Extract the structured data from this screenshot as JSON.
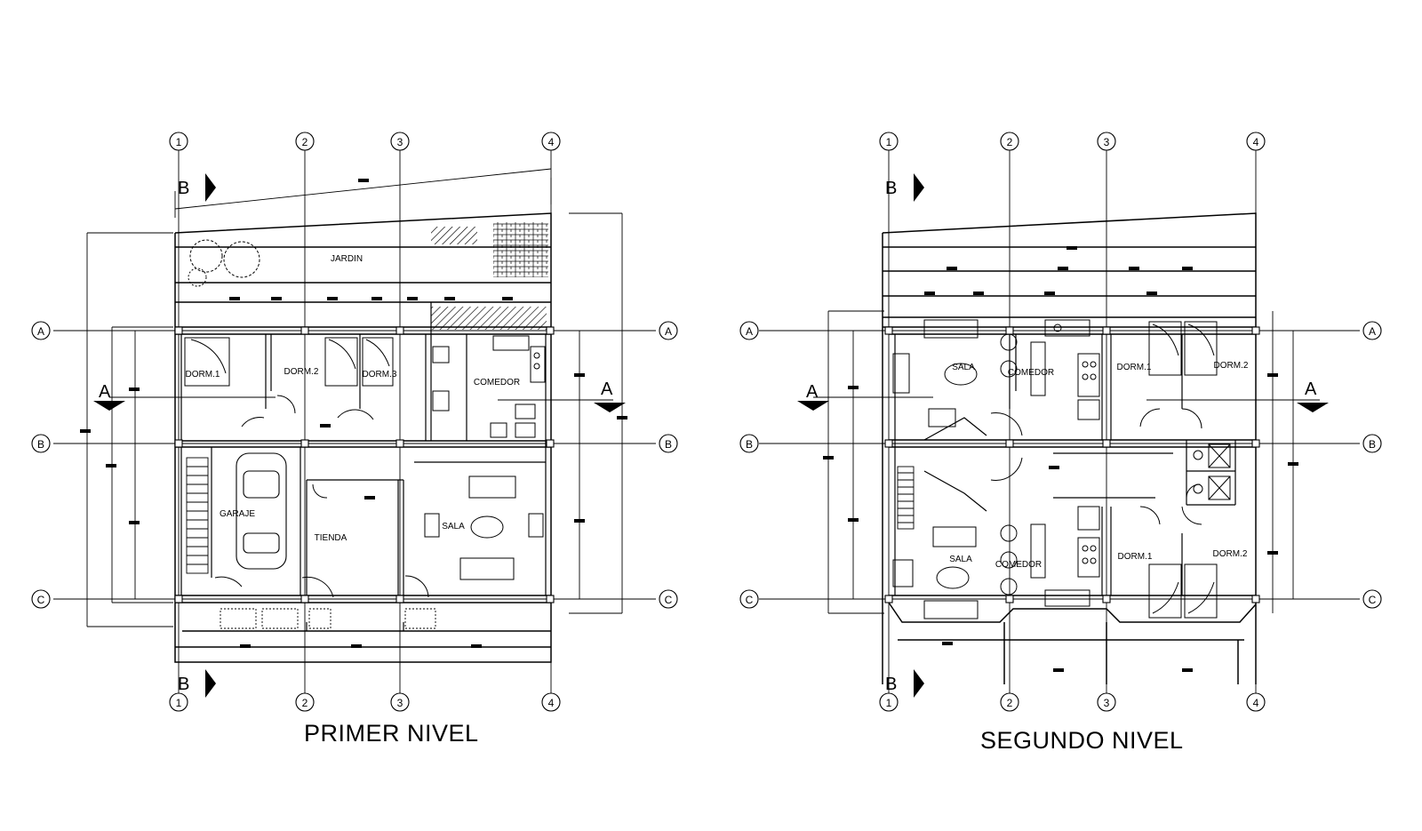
{
  "plans": [
    {
      "title": "PRIMER NIVEL",
      "rooms": [
        "JARDIN",
        "DORM.1",
        "DORM.2",
        "DORM.3",
        "COMEDOR",
        "GARAJE",
        "TIENDA",
        "SALA"
      ],
      "column_axes": [
        "1",
        "2",
        "3",
        "4"
      ],
      "row_axes": [
        "A",
        "B",
        "C"
      ],
      "section_marks": [
        "A",
        "B"
      ]
    },
    {
      "title": "SEGUNDO NIVEL",
      "rooms": [
        "SALA",
        "COMEDOR",
        "DORM.1",
        "DORM.2",
        "SALA",
        "COMEDOR",
        "DORM.1",
        "DORM.2"
      ],
      "column_axes": [
        "1",
        "2",
        "3",
        "4"
      ],
      "row_axes": [
        "A",
        "B",
        "C"
      ],
      "section_marks": [
        "A",
        "B"
      ]
    }
  ],
  "colors": {
    "line": "#000000",
    "background": "#ffffff"
  }
}
